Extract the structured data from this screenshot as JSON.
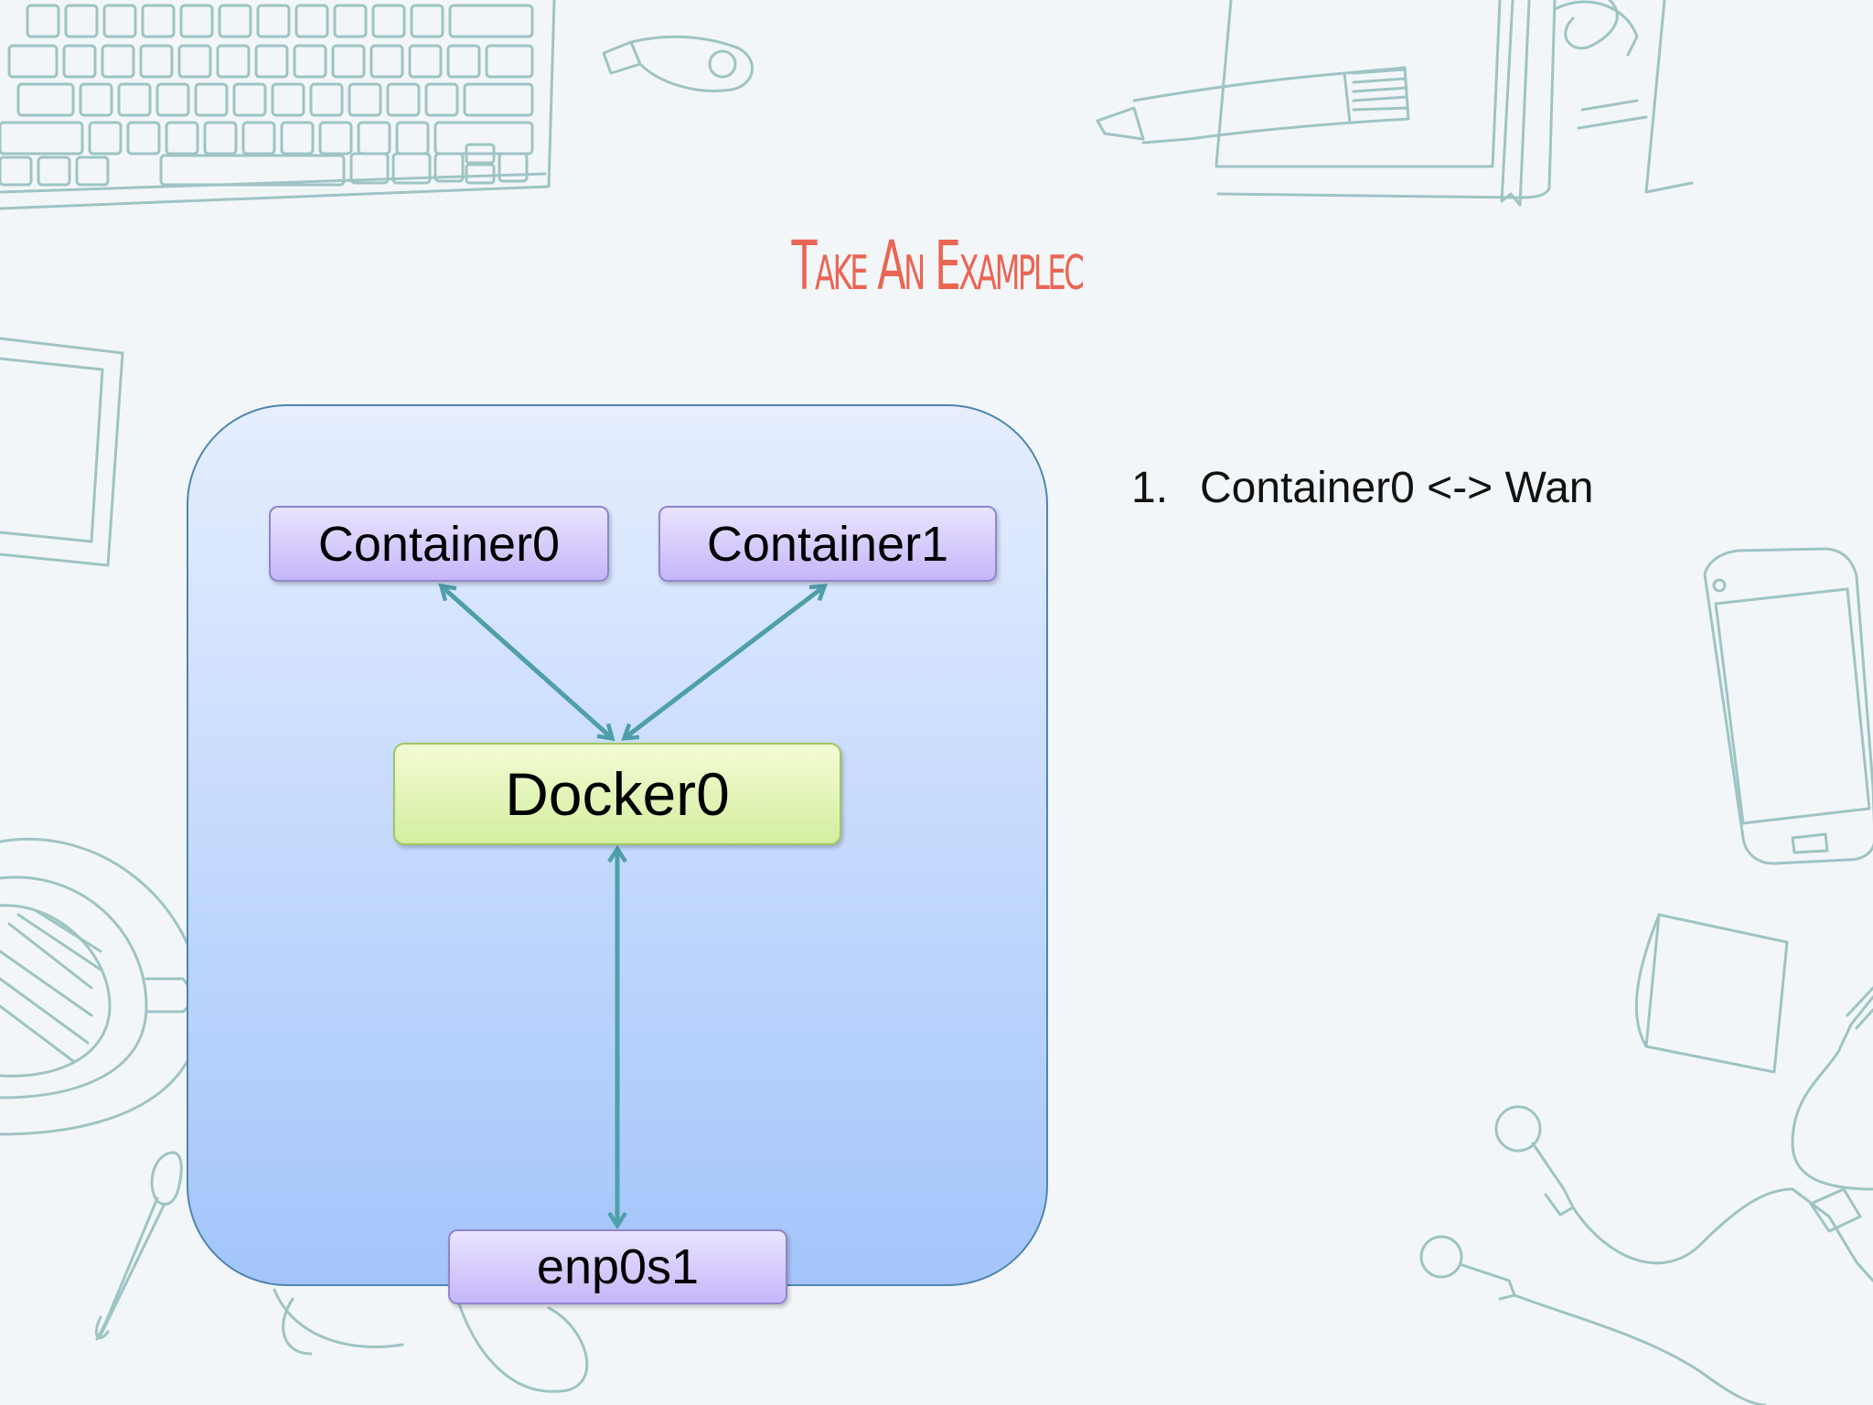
{
  "slide": {
    "title": "Take An Examplec"
  },
  "diagram": {
    "nodes": [
      {
        "id": "container0",
        "label": "Container0"
      },
      {
        "id": "container1",
        "label": "Container1"
      },
      {
        "id": "docker0",
        "label": "Docker0"
      },
      {
        "id": "enp0s1",
        "label": "enp0s1"
      }
    ],
    "edges": [
      {
        "from": "container0",
        "to": "docker0",
        "direction": "both"
      },
      {
        "from": "container1",
        "to": "docker0",
        "direction": "both"
      },
      {
        "from": "docker0",
        "to": "enp0s1",
        "direction": "both"
      }
    ]
  },
  "list": {
    "items": [
      {
        "number": "1.",
        "text": "Container0 <-> Wan"
      }
    ]
  },
  "colors": {
    "title": "#ea6553",
    "host_box": "#a3c5fb",
    "node_purple": "#c5b6fa",
    "node_green": "#d3eea0",
    "arrow": "#4f9faa",
    "sketch": "#9ec4c4"
  }
}
